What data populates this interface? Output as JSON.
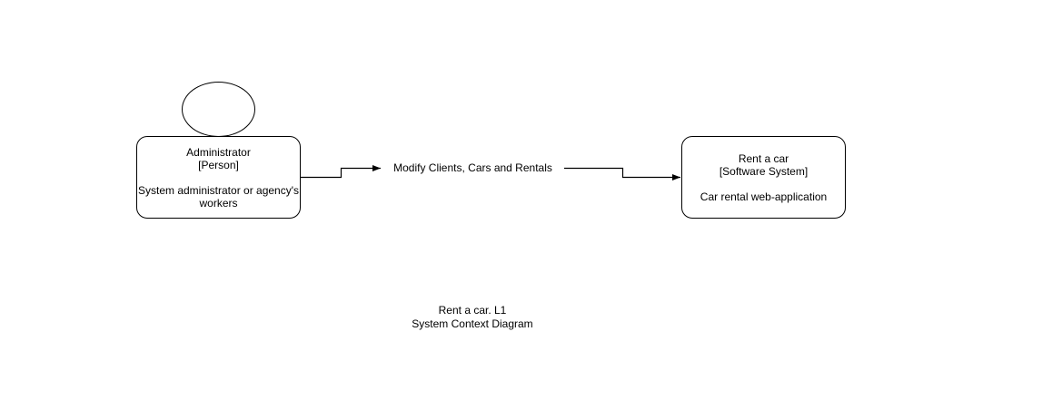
{
  "diagram": {
    "person": {
      "name": "Administrator",
      "type": "[Person]",
      "description": "System administrator or agency's workers"
    },
    "system": {
      "name": "Rent a car",
      "type": "[Software System]",
      "description": "Car rental web-application"
    },
    "relationship": {
      "label": "Modify Clients, Cars and Rentals"
    },
    "caption": {
      "line1": "Rent a car. L1",
      "line2": "System Context Diagram"
    }
  }
}
